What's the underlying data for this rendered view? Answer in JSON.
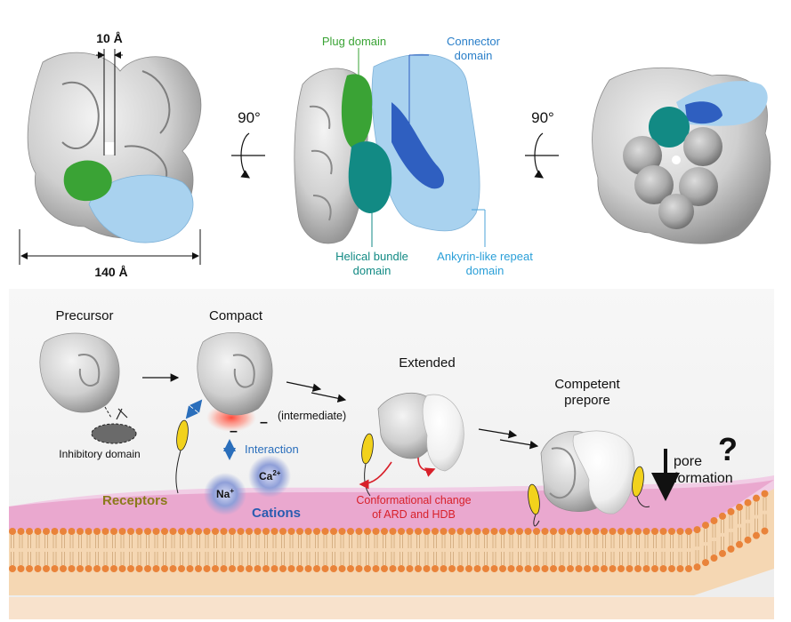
{
  "top": {
    "dim_gap": "10 Å",
    "dim_width": "140 Å",
    "rot_left": "90°",
    "rot_right": "90°",
    "labels": {
      "plug": "Plug domain",
      "connector_1": "Connector",
      "connector_2": "domain",
      "helical_1": "Helical bundle",
      "helical_2": "domain",
      "ankyrin_1": "Ankyrin-like repeat",
      "ankyrin_2": "domain"
    }
  },
  "bottom": {
    "precursor": "Precursor",
    "compact": "Compact",
    "extended": "Extended",
    "competent_1": "Competent",
    "competent_2": "prepore",
    "inhibitory": "Inhibitory domain",
    "intermediate": "(intermediate)",
    "interaction": "Interaction",
    "receptors": "Receptors",
    "cations": "Cations",
    "na": "Na",
    "na_sup": "+",
    "ca": "Ca",
    "ca_sup": "2+",
    "minus": "–",
    "conf_1": "Conformational change",
    "conf_2": "of ARD and HDB",
    "pore_1": "pore",
    "pore_2": "formation",
    "question": "?"
  },
  "colors": {
    "plug": "#3aa335",
    "connector": "#2f5fc0",
    "helical": "#128a84",
    "ankyrin": "#a9d2ef",
    "gray_body": "#c9c9c9",
    "membrane_top": "#eaa8cf",
    "lipid_head": "#e9833a",
    "receptor": "#f2d21c",
    "interaction_label": "#2a6ebb",
    "receptors_label": "#8a7a1a",
    "cations_label": "#2a5cb0",
    "conf_label": "#d8202a"
  }
}
